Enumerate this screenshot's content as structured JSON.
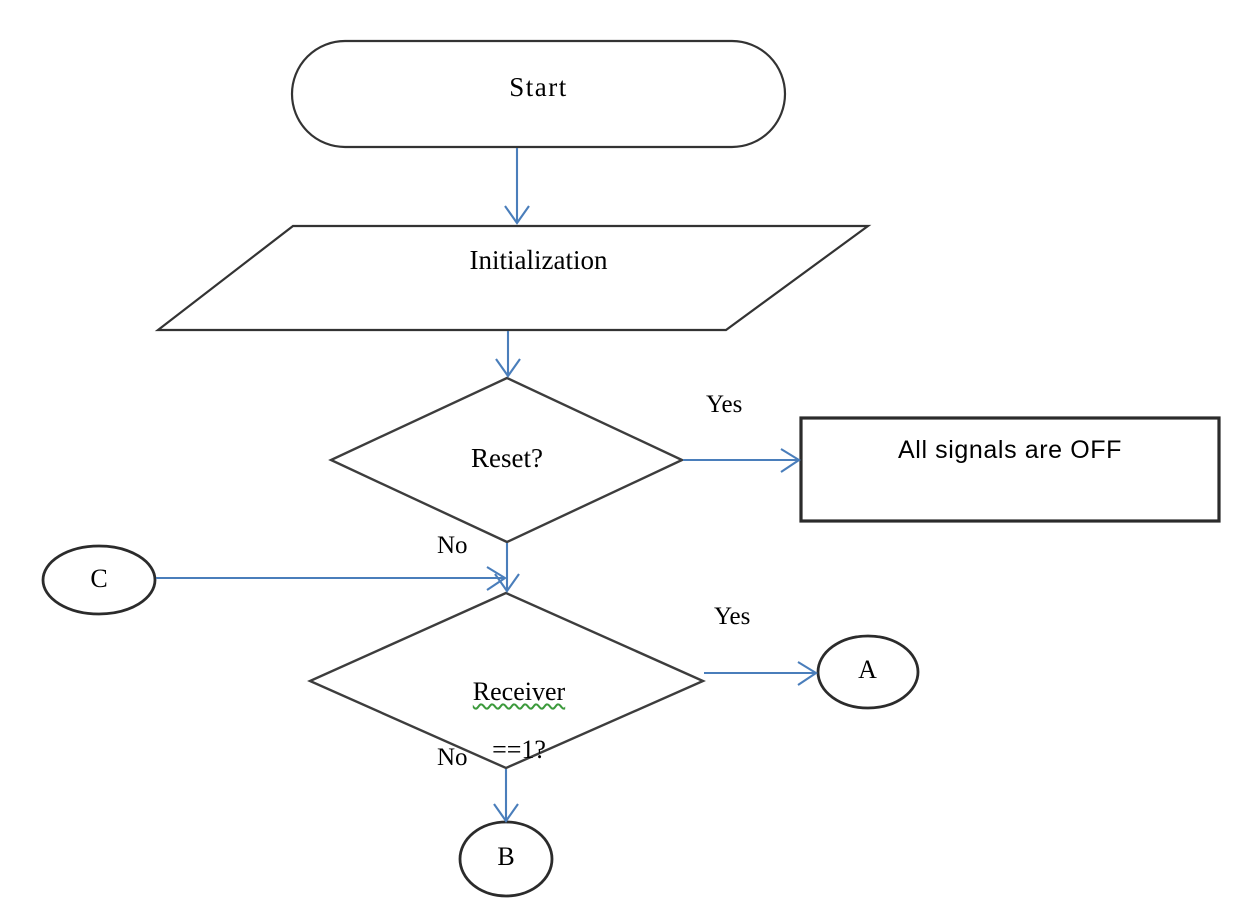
{
  "diagram": {
    "title": "Flowchart",
    "colors": {
      "shape_stroke": "#333333",
      "arrow": "#4A7EBB",
      "text": "#000000",
      "spellcheck_underline": "#3C9A3C",
      "background": "#FFFFFF"
    },
    "nodes": [
      {
        "id": "start",
        "shape": "terminator-pill",
        "label": "Start"
      },
      {
        "id": "init",
        "shape": "parallelogram",
        "label": "Initialization"
      },
      {
        "id": "reset",
        "shape": "diamond",
        "label": "Reset?"
      },
      {
        "id": "all_off",
        "shape": "rectangle",
        "label": "All signals are OFF"
      },
      {
        "id": "receiver",
        "shape": "diamond",
        "label_line1": "Receiver",
        "label_line2": "==1?",
        "spellcheck_on_line1": true
      },
      {
        "id": "connector_c",
        "shape": "circle-connector",
        "label": "C"
      },
      {
        "id": "connector_a",
        "shape": "circle-connector",
        "label": "A"
      },
      {
        "id": "connector_b",
        "shape": "circle-connector",
        "label": "B"
      }
    ],
    "edges": [
      {
        "id": "e-start-init",
        "from": "start",
        "to": "init",
        "label": ""
      },
      {
        "id": "e-init-reset",
        "from": "init",
        "to": "reset",
        "label": ""
      },
      {
        "id": "e-reset-alloff",
        "from": "reset",
        "to": "all_off",
        "label": "Yes"
      },
      {
        "id": "e-reset-receiver",
        "from": "reset",
        "to": "receiver",
        "label": "No"
      },
      {
        "id": "e-c-receiver",
        "from": "connector_c",
        "to": "receiver",
        "label": ""
      },
      {
        "id": "e-receiver-a",
        "from": "receiver",
        "to": "connector_a",
        "label": "Yes"
      },
      {
        "id": "e-receiver-b",
        "from": "receiver",
        "to": "connector_b",
        "label": "No"
      }
    ]
  }
}
